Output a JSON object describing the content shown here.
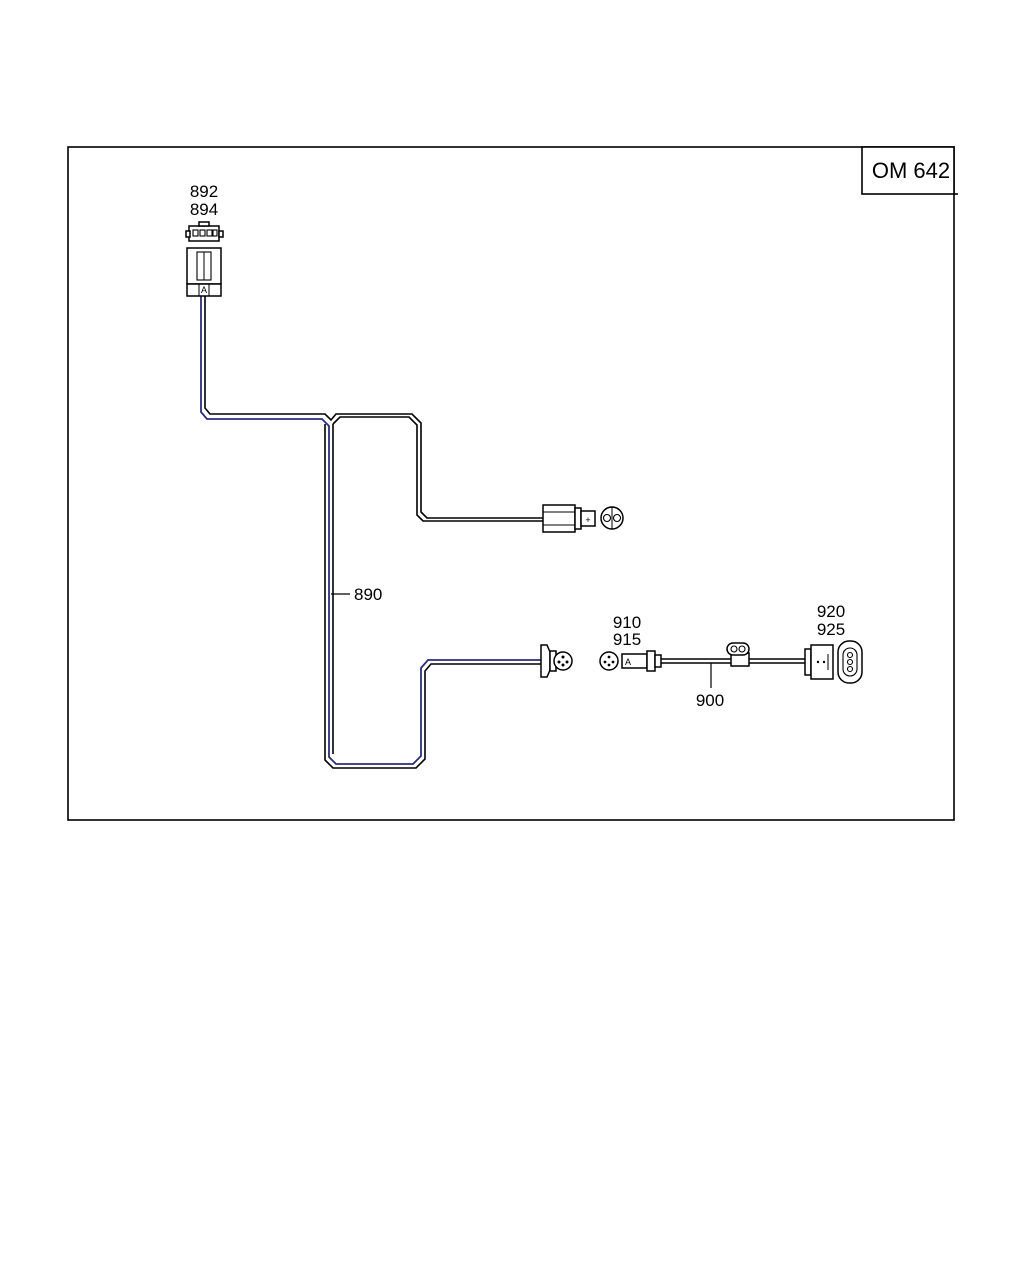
{
  "diagram": {
    "variant_badge": "OM 642",
    "callouts": {
      "c892": "892",
      "c894": "894",
      "c890": "890",
      "c910": "910",
      "c915": "915",
      "c900": "900",
      "c920": "920",
      "c925": "925"
    },
    "pin_marks": {
      "main_connector": "A",
      "sensor_connector": "A"
    }
  }
}
